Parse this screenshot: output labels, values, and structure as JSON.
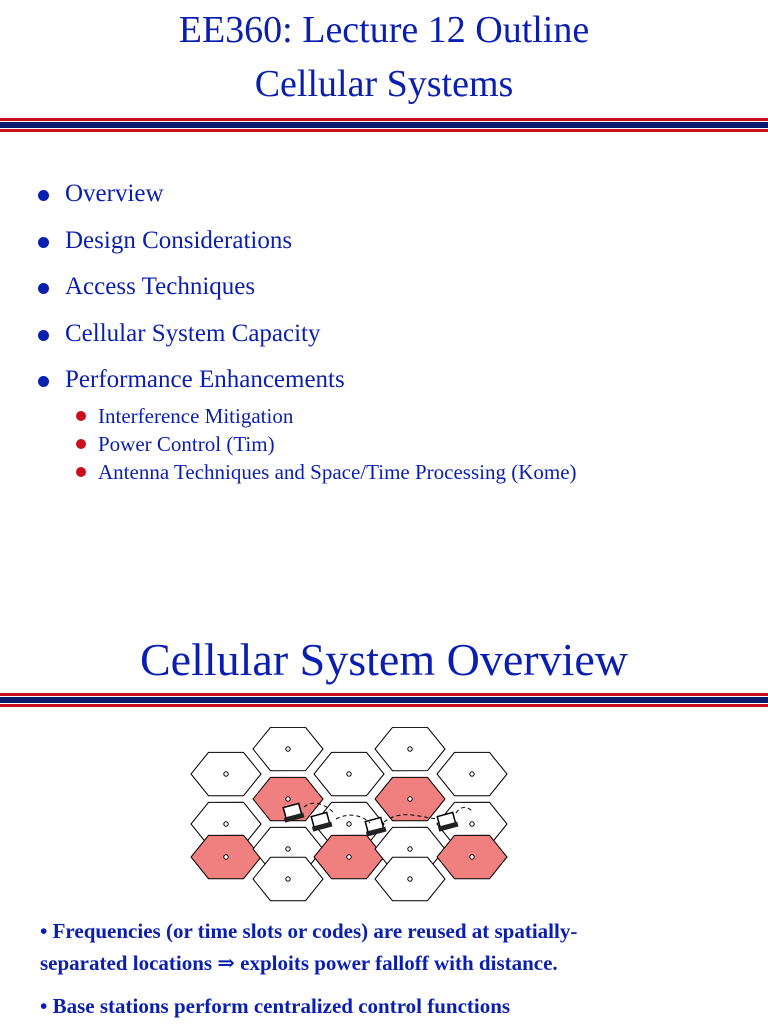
{
  "slide1": {
    "title_line1": "EE360: Lecture 12 Outline",
    "title_line2": "Cellular Systems",
    "bullets": [
      "Overview",
      "Design Considerations",
      "Access Techniques",
      "Cellular System Capacity",
      "Performance Enhancements"
    ],
    "sub_bullets": [
      "Interference Mitigation",
      "Power Control (Tim)",
      "Antenna Techniques and Space/Time Processing (Kome)"
    ]
  },
  "slide2": {
    "title": "Cellular System Overview",
    "text_line1": "• Frequencies (or time slots or codes) are reused at spatially-",
    "text_line2": "separated locations ⇒ exploits power falloff  with distance.",
    "text_line3": "• Base stations perform centralized control functions"
  },
  "colors": {
    "title_blue": "#0a1fb0",
    "rule_red": "#c8101e",
    "rule_navy": "#0a1a6e",
    "hex_fill_red": "#f08080",
    "bullet_red": "#c8101e"
  }
}
